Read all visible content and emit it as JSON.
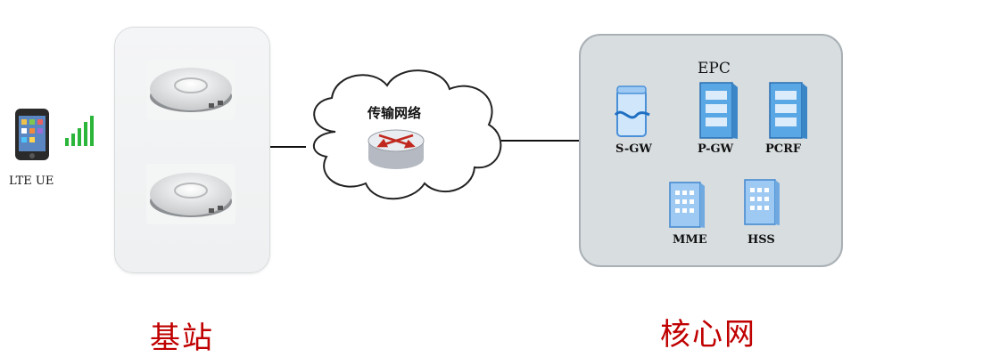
{
  "ue": {
    "label": "LTE UE"
  },
  "transport": {
    "label": "传输网络"
  },
  "core": {
    "title": "EPC",
    "nodes": {
      "sgw": "S-GW",
      "pgw": "P-GW",
      "pcrf": "PCRF",
      "mme": "MME",
      "hss": "HSS"
    }
  },
  "captions": {
    "base_station": "基站",
    "core_network": "核心网"
  },
  "colors": {
    "caption": "#c00000",
    "signal": "#2bb53a",
    "server": "#5aa7e6",
    "node_blue": "#9ec9f2",
    "router_arrow": "#c0281f"
  }
}
